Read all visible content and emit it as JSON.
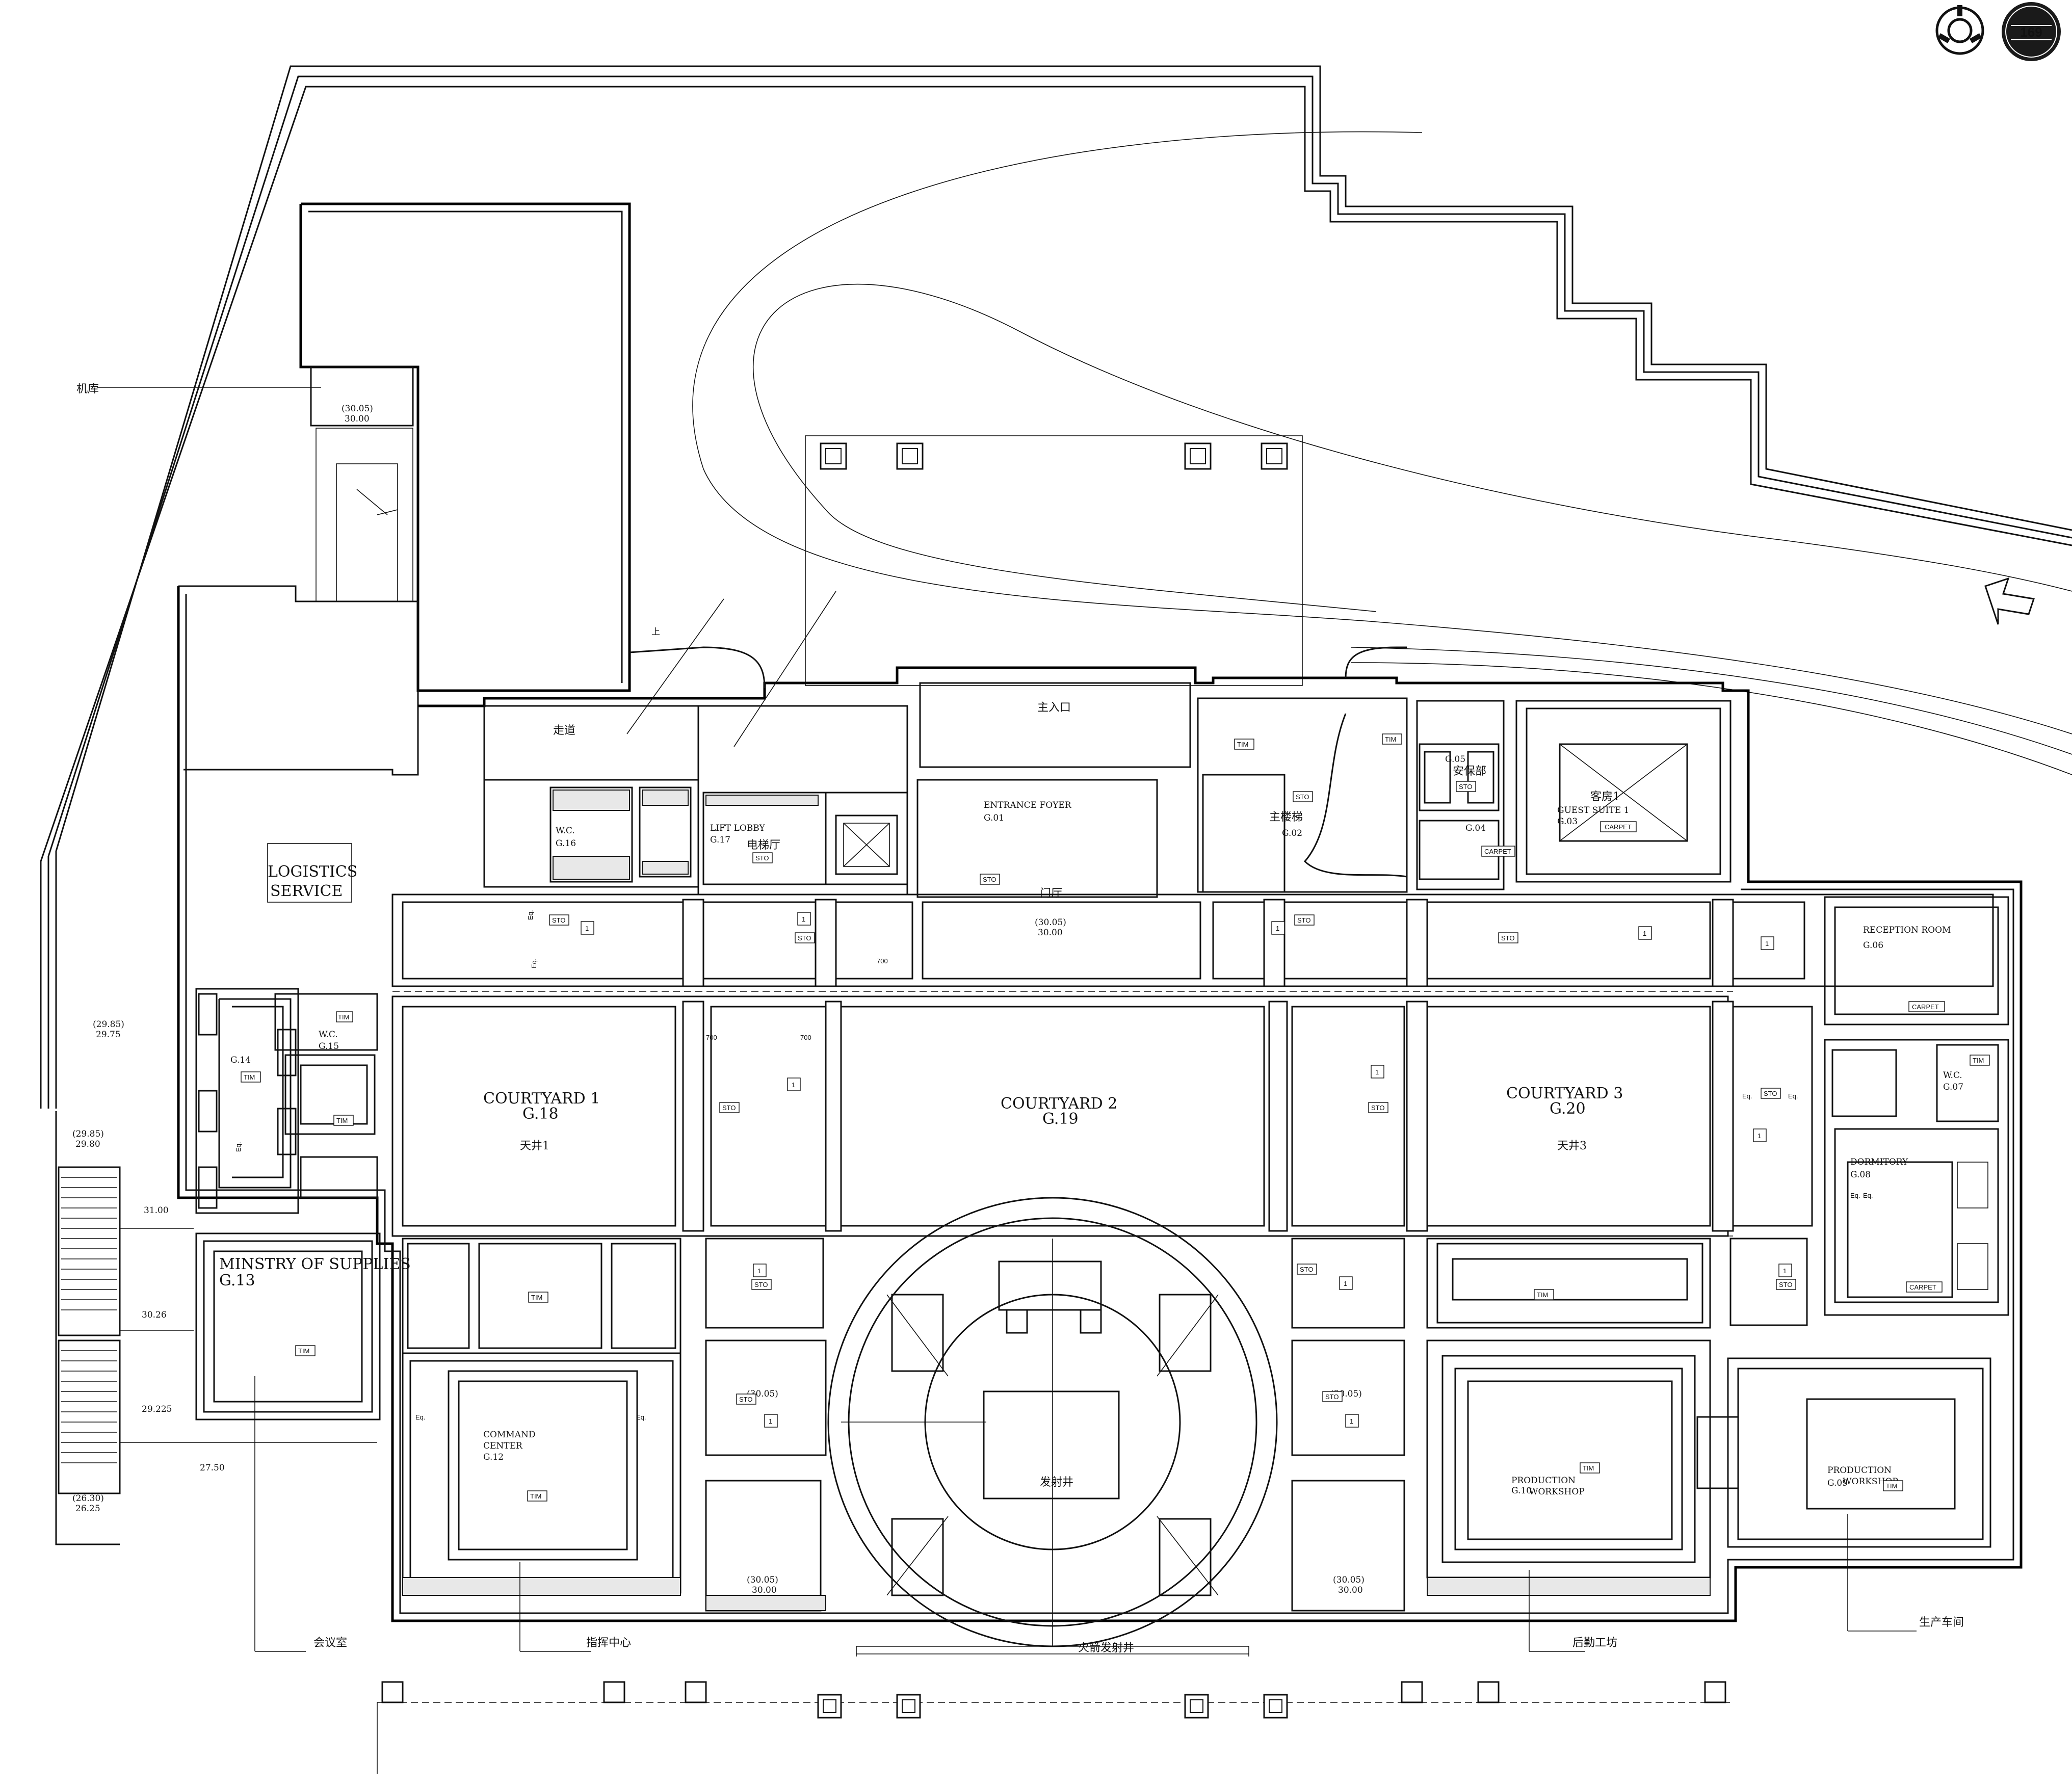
{
  "badges": {
    "level_number": "169"
  },
  "rooms": {
    "logistics": "LOGISTICS SERVICE",
    "logistics_line1": "LOGISTICS",
    "logistics_line2": "SERVICE",
    "wc_g16": "W.C.",
    "wc_g16_code": "G.16",
    "lift_lobby": "LIFT LOBBY",
    "lift_lobby_code": "G.17",
    "lift_lobby_cn": "电梯厅",
    "entrance_foyer": "ENTRANCE FOYER",
    "entrance_foyer_code": "G.01",
    "entrance_foyer_cn": "门厅",
    "main_stair_cn": "主楼梯",
    "main_stair_code": "G.02",
    "security_code": "G.05",
    "security_cn": "安保部",
    "g04": "G.04",
    "guest_suite_cn": "客房1",
    "guest_suite": "GUEST SUITE 1",
    "guest_suite_code": "G.03",
    "reception": "RECEPTION ROOM",
    "reception_code": "G.06",
    "wc_g07": "W.C.",
    "wc_g07_code": "G.07",
    "dormitory": "DORMITORY",
    "dormitory_code": "G.08",
    "courtyard1": "COURTYARD 1",
    "courtyard1_code": "G.18",
    "courtyard1_cn": "天井1",
    "courtyard2": "COURTYARD 2",
    "courtyard2_code": "G.19",
    "courtyard3": "COURTYARD 3",
    "courtyard3_code": "G.20",
    "courtyard3_cn": "天井3",
    "g14": "G.14",
    "wc_g15": "W.C.",
    "wc_g15_code": "G.15",
    "ministry": "MINSTRY OF SUPPLIES",
    "ministry_code": "G.13",
    "command_line1": "COMMAND",
    "command_line2": "CENTER",
    "command_code": "G.12",
    "production1_line1": "PRODUCTION",
    "production1_line2": "WORKSHOP",
    "production1_code": "G.10",
    "production2_line1": "PRODUCTION",
    "production2_line2": "WORKSHOP",
    "production2_code": "G.09",
    "launch_shaft_cn": "发射井",
    "corridor_cn": "走道",
    "main_entrance_cn": "主入口",
    "garage_cn": "机库"
  },
  "callouts": {
    "meeting_room_cn": "会议室",
    "command_center_cn": "指挥中心",
    "rocket_shaft_cn": "火箭发射井",
    "logistics_workshop_cn": "后勤工坊",
    "production_workshop_cn": "生产车间"
  },
  "levels": {
    "l_3005_a": "(30.05)",
    "l_3000_a": "30.00",
    "l_2985": "(29.85)",
    "l_2975": "29.75",
    "l_2985b": "(29.85)",
    "l_2980": "29.80",
    "l_3100": "31.00",
    "l_3026": "30.26",
    "l_29225": "29.225",
    "l_2750": "27.50",
    "l_2630": "(26.30)",
    "l_2625": "26.25"
  },
  "tags": {
    "sto": "STO",
    "tim": "TIM",
    "carpet": "CARPET",
    "one": "1",
    "eq": "Eq.",
    "dim_700": "700",
    "up": "上"
  }
}
